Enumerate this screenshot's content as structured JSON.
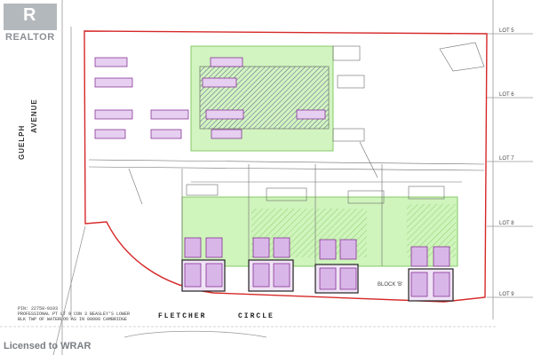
{
  "brand": {
    "logo_letter": "R",
    "logo_text": "REALTOR"
  },
  "roads": {
    "avenue_line1": "GUELPH",
    "avenue_line2": "AVENUE"
  },
  "street": {
    "word1": "FLETCHER",
    "word2": "CIRCLE"
  },
  "lots": [
    "LOT 5",
    "LOT 6",
    "LOT 7",
    "LOT 8",
    "LOT 9"
  ],
  "block": "BLOCK 'B'",
  "notes": {
    "line1": "PIN: 22758-0103",
    "line2": "PROFESSIONAL PT LT 9 CON 3 BEASLEY'S LOWER",
    "line3": "BLK TWP OF WATERLOO AS IN 00000 CAMBRIDGE"
  },
  "footer": {
    "license": "Licensed to WRAR"
  },
  "colors": {
    "property_line": "#d62828",
    "building_fill": "#9be27a",
    "hatch": "#5a5a8a",
    "linework": "#7a7a7a",
    "parking": "#7a1f8a"
  }
}
